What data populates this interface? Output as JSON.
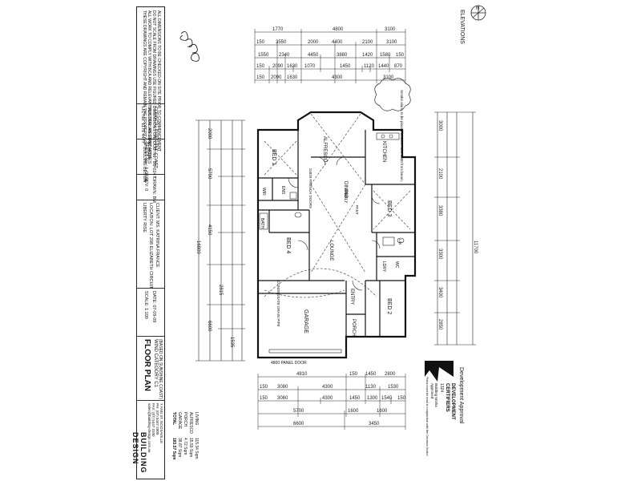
{
  "title_block": {
    "company_lines": [
      "BUILDING",
      "DESIGN"
    ],
    "address": "7 ANN ST. NOOSAVILLE",
    "phone_line": "PH: (07) 5447 2000",
    "fax_line": "FAX: (07) 5447 3100",
    "email": "sales@building-design.com.au",
    "sheet_title": "FLOOR PLAN",
    "wind_category": "WIND CATEGORY C1",
    "wind_subtitle": "(BASED ON SUNSHINE COAST)",
    "areas": [
      {
        "label": "LIVING",
        "value": "115.34 Sqm"
      },
      {
        "label": "ALFRESCO",
        "value": "15.59 Sqm"
      },
      {
        "label": "PORCH",
        "value": "4.72 Sqm"
      },
      {
        "label": "GARAGE",
        "value": "38.87 Sqm"
      },
      {
        "label": "TOTAL",
        "value": "183.57 Sqm"
      }
    ],
    "client": "CLIENT: MS. KATRINA FRANCE",
    "location": "LOCATION: LOT 208 ELIZABETH CIRCUIT",
    "location2": "LIBERTY RISE",
    "scale": "SCALE: 1:100",
    "date": "DATE: 07-09-09",
    "job_no": "JOB No.: B9-0247",
    "drawn": "DRAWN: BM",
    "sheet_no": "SHEET No.: 1 OF 2",
    "rev": "REV: 0",
    "council": "COUNCIL: SUNSHINE COAST",
    "builder": "BUILDER: REGENT HOMES",
    "builder_lic": "LIC No. 1171 4477",
    "elevations_label": "ELEVATIONS",
    "notes": [
      "ALL DIMENSIONS TO BE CHECKED ON SITE PRIOR TO COMMENCEMENT",
      "DO NOT SCALE FROM DRAWINGS USE FIGURED DIMENSIONS ONLY",
      "ALL WORK TO COMPLY WITH BCA AND RELEVANT AUSTRALIAN STANDARDS",
      "THESE DRAWINGS ARE COPYRIGHT AND REMAIN THE PROPERTY OF BUILDING DESIGN"
    ]
  },
  "rooms": {
    "alfresco": "ALFRESCO",
    "bed1": "BED 1",
    "bed2": "BED 2",
    "bed3": "BED 3",
    "bed4": "BED 4",
    "wir": "WIR",
    "ens": "ENS",
    "kitchen": "KITCHEN",
    "dining": "DINING",
    "lounge": "LOUNGE",
    "garage": "GARAGE",
    "entry": "ENTRY",
    "porch": "PORCH",
    "family": "FAMILY",
    "pantry": "PANT",
    "linen": "LIN",
    "bath": "BATH",
    "ldry": "LDRY",
    "wc": "WC"
  },
  "annotations": {
    "signature": "okcc",
    "smoke_note": "Smoke alarm to be placed between 600-1000 from beam.",
    "garage_door": "4800 PANEL DOOR",
    "french_doors": "2x820 FRENCH DOORS",
    "condensation": "CONDENSATE DRAIN PIPE"
  },
  "dimensions": {
    "top_row1": [
      "1770",
      "4800",
      "3100"
    ],
    "top_row2": [
      "150",
      "3550",
      "2000",
      "4400",
      "2100",
      "3100"
    ],
    "top_row3": [
      "1550",
      "2340",
      "4450",
      "3880",
      "1420",
      "1580",
      "150"
    ],
    "top_row4": [
      "150",
      "2090",
      "1630",
      "1070",
      "1450",
      "1120",
      "1440",
      "870"
    ],
    "top_row5": [
      "150",
      "2090",
      "1630",
      "4300",
      "3100"
    ],
    "bottom_row1": [
      "4810",
      "150",
      "1450",
      "2800"
    ],
    "bottom_row2": [
      "150",
      "3080",
      "4300",
      "1130",
      "1530"
    ],
    "bottom_row3": [
      "150",
      "3060",
      "4300",
      "1450",
      "1300",
      "1540",
      "150"
    ],
    "bottom_row4": [
      "5700",
      "1600",
      "1600"
    ],
    "bottom_row5": [
      "6600",
      "3450"
    ],
    "left_overall": "16800",
    "left_cols": [
      "2000",
      "5700",
      "4150",
      "6600",
      "2815",
      "1535"
    ],
    "right_overall": "11700",
    "right_cols": [
      "3000",
      "2100",
      "3380",
      "3300",
      "3400",
      "2850"
    ]
  },
  "approval_stamp": {
    "title": "Development Approval",
    "line1": "Building Works",
    "line2": "Approved",
    "brand": "DEVELOPMENT",
    "brand2": "CERTIFIERS",
    "number": "1324",
    "note": "Plans must be read in conjunction with the Decision Notice"
  },
  "north_arrow": "N",
  "colors": {
    "line": "#1a1a1a",
    "paper": "#ffffff",
    "stamp": "#111111"
  }
}
